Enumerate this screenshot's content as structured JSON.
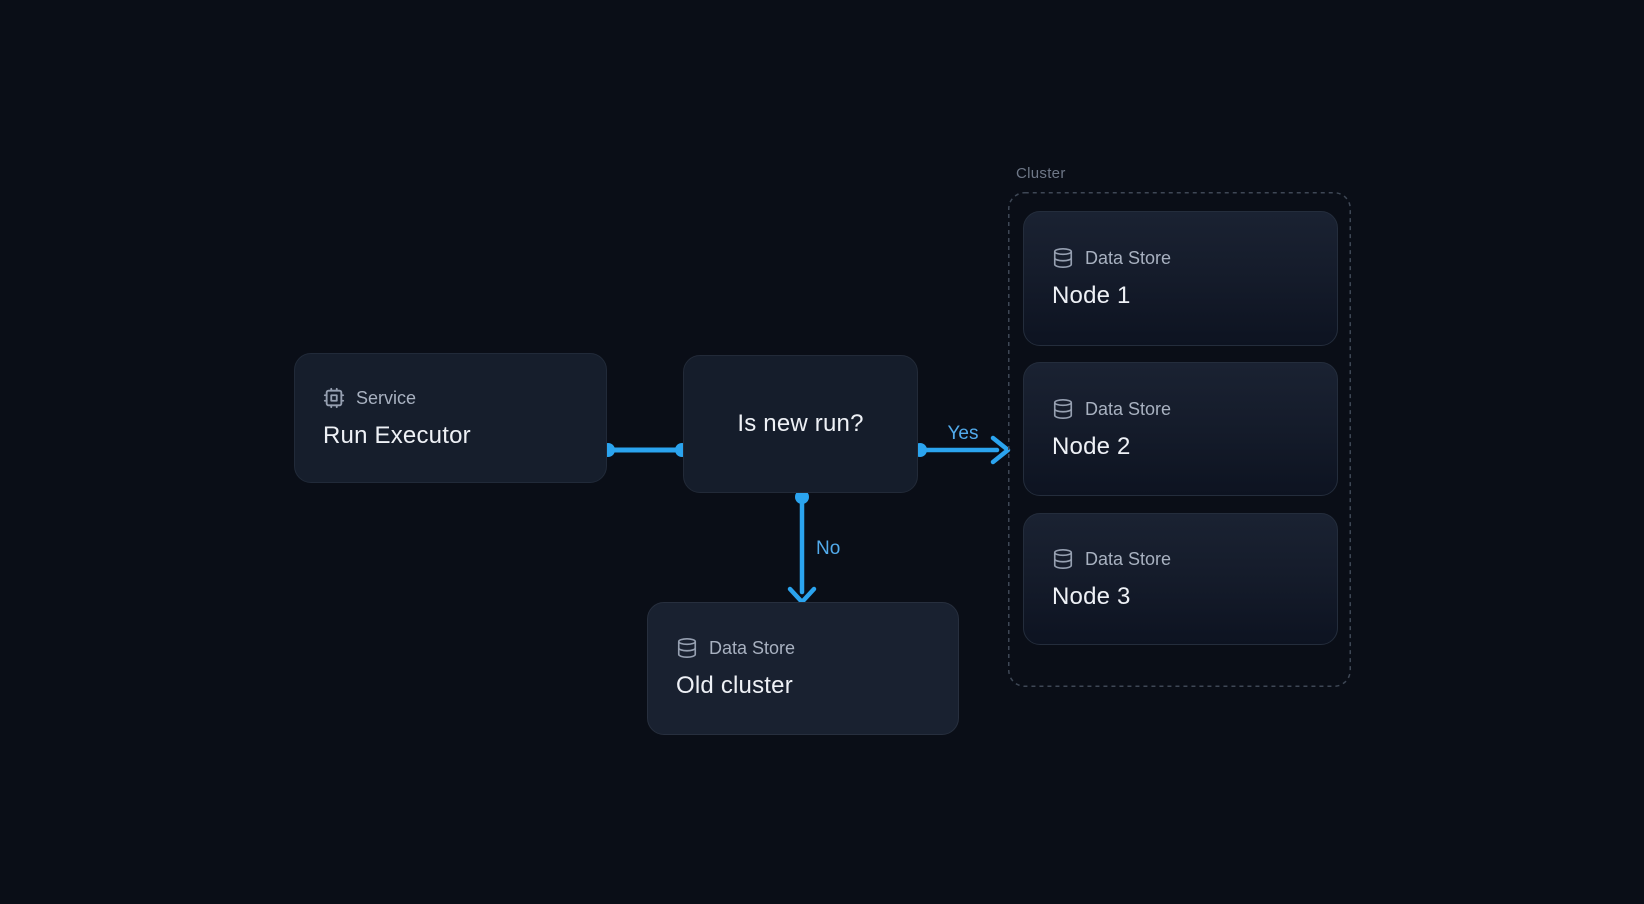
{
  "colors": {
    "background": "#0a0e17",
    "accent_blue": "#2ba4ef",
    "edge_label_blue": "#52abec",
    "title_text": "#eef1f6",
    "type_label_text": "#a8b1c0",
    "cluster_label_text": "#6e7787",
    "dashed_border": "#3e4755",
    "card_background": "#161e2c"
  },
  "nodes": {
    "service": {
      "icon": "cpu-icon",
      "type_label": "Service",
      "title": "Run Executor"
    },
    "decision": {
      "title": "Is new run?"
    },
    "old_cluster": {
      "icon": "database-icon",
      "type_label": "Data Store",
      "title": "Old cluster"
    }
  },
  "cluster": {
    "label": "Cluster",
    "nodes": [
      {
        "icon": "database-icon",
        "type_label": "Data Store",
        "title": "Node 1"
      },
      {
        "icon": "database-icon",
        "type_label": "Data Store",
        "title": "Node 2"
      },
      {
        "icon": "database-icon",
        "type_label": "Data Store",
        "title": "Node 3"
      }
    ]
  },
  "edges": {
    "yes_label": "Yes",
    "no_label": "No"
  }
}
